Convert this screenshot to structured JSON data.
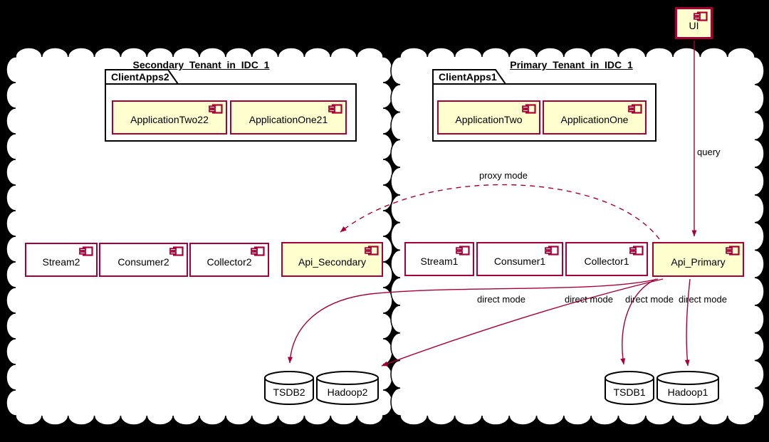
{
  "diagram": {
    "colors": {
      "background": "#000000",
      "cloud_fill": "#ffffff",
      "node_fill_highlight": "#fefece",
      "node_fill_plain": "#ffffff",
      "node_border": "#a80036",
      "arrow": "#a80036",
      "black_border": "#000000",
      "text": "#000000"
    },
    "ui_node": {
      "label": "UI"
    },
    "clouds": [
      {
        "title": "Secondary_Tenant_in_IDC_1",
        "package": {
          "label": "ClientApps2",
          "components": [
            {
              "label": "ApplicationTwo22"
            },
            {
              "label": "ApplicationOne21"
            }
          ]
        },
        "components": [
          {
            "label": "Stream2"
          },
          {
            "label": "Consumer2"
          },
          {
            "label": "Collector2"
          },
          {
            "label": "Api_Secondary"
          }
        ],
        "databases": [
          {
            "label": "TSDB2"
          },
          {
            "label": "Hadoop2"
          }
        ]
      },
      {
        "title": "Primary_Tenant_in_IDC_1",
        "package": {
          "label": "ClientApps1",
          "components": [
            {
              "label": "ApplicationTwo"
            },
            {
              "label": "ApplicationOne"
            }
          ]
        },
        "components": [
          {
            "label": "Stream1"
          },
          {
            "label": "Consumer1"
          },
          {
            "label": "Collector1"
          },
          {
            "label": "Api_Primary"
          }
        ],
        "databases": [
          {
            "label": "TSDB1"
          },
          {
            "label": "Hadoop1"
          }
        ]
      }
    ],
    "edges": [
      {
        "from": "UI",
        "to": "Api_Primary",
        "label": "query",
        "style": "solid"
      },
      {
        "from": "Api_Primary",
        "to": "Api_Secondary",
        "label": "proxy mode",
        "style": "dashed"
      },
      {
        "from": "Api_Primary",
        "to": "TSDB2",
        "label": "direct mode",
        "style": "solid"
      },
      {
        "from": "Api_Primary",
        "to": "Hadoop2",
        "label": "direct mode",
        "style": "solid"
      },
      {
        "from": "Api_Primary",
        "to": "TSDB1",
        "label": "direct mode",
        "style": "solid"
      },
      {
        "from": "Api_Primary",
        "to": "Hadoop1",
        "label": "direct mode",
        "style": "solid"
      }
    ]
  }
}
